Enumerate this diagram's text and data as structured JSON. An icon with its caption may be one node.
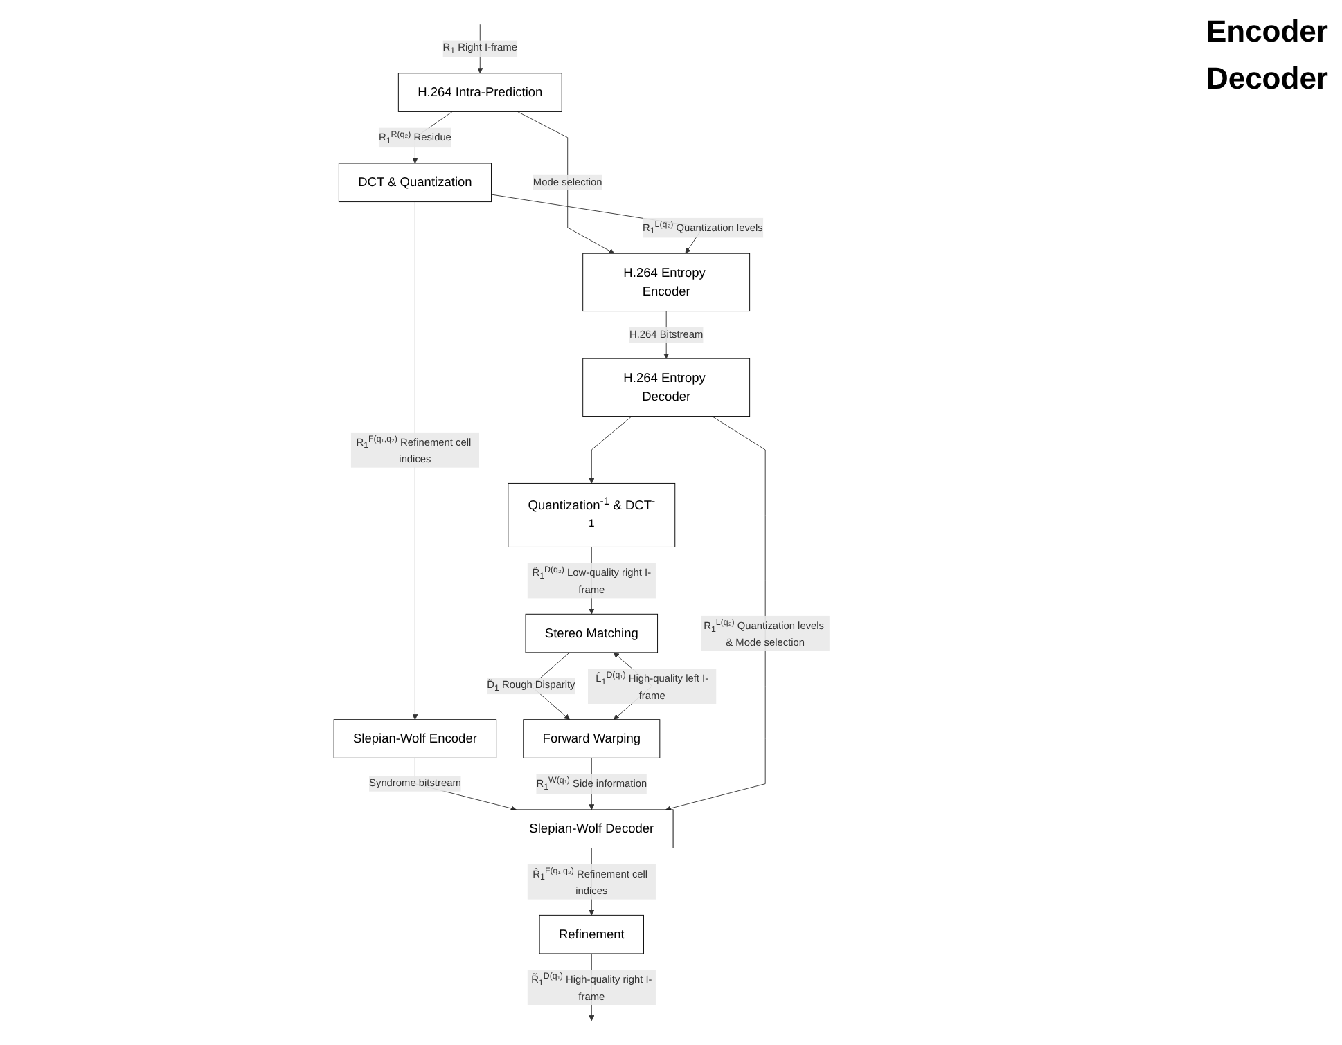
{
  "diagram": {
    "nodes": [
      {
        "text": [
          "H.264 Intra-Prediction"
        ]
      },
      {
        "text": [
          "DCT & Quantization"
        ]
      },
      {
        "text": [
          "H.264 Entropy Encoder"
        ]
      },
      {
        "text": [
          "Slepian-Wolf Encoder"
        ]
      },
      {
        "text": [
          "Slepian-Wolf Decoder"
        ]
      },
      {
        "text": [
          "Refinement"
        ]
      },
      {
        "text": [
          "Forward Warping"
        ]
      },
      {
        "text": [
          "Stereo Matching"
        ]
      },
      {
        "text": [
          "Quantization$^{-1}$ & DCT$^{-1}$"
        ]
      },
      {
        "text": [
          "H.264 Entropy Decoder"
        ]
      }
    ],
    "edges": [
      {
        "from": null,
        "to": 0,
        "arrow": "to",
        "label": "R$_{1}$ Right I-frame"
      },
      {
        "from": 0,
        "to": 1,
        "arrow": "to",
        "label": "R$_{1}$$^{R(q₂)}$ Residue"
      },
      {
        "from": 0,
        "to": 2,
        "arrow": "to",
        "label": "Mode selection"
      },
      {
        "from": 1,
        "to": 2,
        "arrow": "to",
        "label": "R$_{1}$$^{L(q₂)}$ Quantization levels"
      },
      {
        "from": 1,
        "to": 3,
        "arrow": "to",
        "label": "R$_{1}$$^{F(q₁,q₂)}$ Refinement cell indices"
      },
      {
        "from": 3,
        "to": 4,
        "arrow": "to",
        "label": "Syndrome bitstream"
      },
      {
        "from": 2,
        "to": 9,
        "arrow": "to",
        "label": "H.264 Bitstream"
      },
      {
        "from": 4,
        "to": 5,
        "arrow": "to",
        "label": "R̂$_{1}$$^{F(q₁,q₂)}$ Refinement cell indices"
      },
      {
        "from": 5,
        "to": null,
        "arrow": "to",
        "label": "R̃$_{1}$$^{D(q₁)}$ High-quality right I-frame"
      },
      {
        "from": 6,
        "to": 4,
        "arrow": "to",
        "label": "R$_{1}$$^{W(q₁)}$ Side information"
      },
      {
        "from": 7,
        "to": 6,
        "arrow": "to",
        "label": "D̃$_{1}$ Rough Disparity"
      },
      {
        "from": 6,
        "to": 7,
        "arrow": "both",
        "label": "L̂$_{1}$$^{D(q₁)}$ High-quality left I-frame"
      },
      {
        "from": 8,
        "to": 7,
        "arrow": "to",
        "label": "R̂$_{1}$$^{D(q₂)}$ Low-quality right I-frame"
      },
      {
        "from": 9,
        "to": 8,
        "arrow": "to"
      },
      {
        "from": 9,
        "to": 4,
        "arrow": "to",
        "label": "R$_{1}$$^{L(q₂)}$ Quantization levels & Mode selection"
      }
    ],
    "labels": [
      "Encoder",
      "Decoder"
    ]
  }
}
